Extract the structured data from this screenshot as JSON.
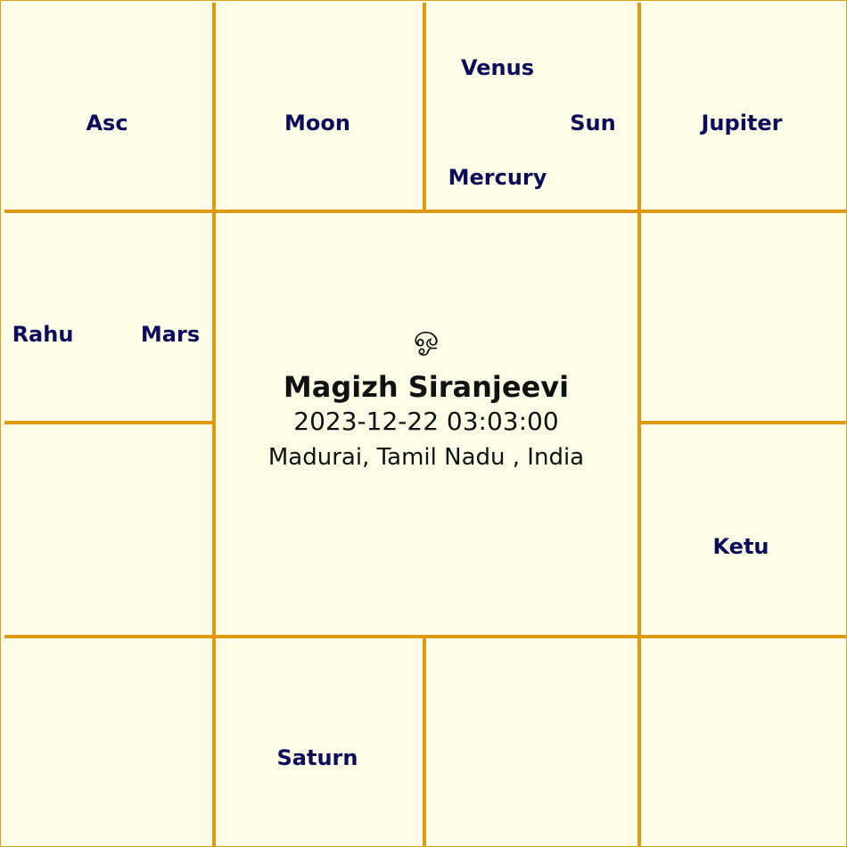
{
  "houses": {
    "h1": [
      "Asc"
    ],
    "h2": [
      "Moon"
    ],
    "h3": [
      "Venus",
      "Sun",
      "Mercury"
    ],
    "h4": [
      "Jupiter"
    ],
    "h5": [
      "Ketu"
    ],
    "h9": [
      "Saturn"
    ],
    "h12": [
      "Rahu",
      "Mars"
    ]
  },
  "center": {
    "symbol": "ஓ",
    "name": "Magizh Siranjeevi",
    "datetime": "2023-12-22 03:03:00",
    "place": "Madurai, Tamil Nadu , India"
  },
  "colors": {
    "background": "#fefee8",
    "grid": "#de9a12",
    "planet_text": "#0c0c5a",
    "center_text": "#111111"
  }
}
